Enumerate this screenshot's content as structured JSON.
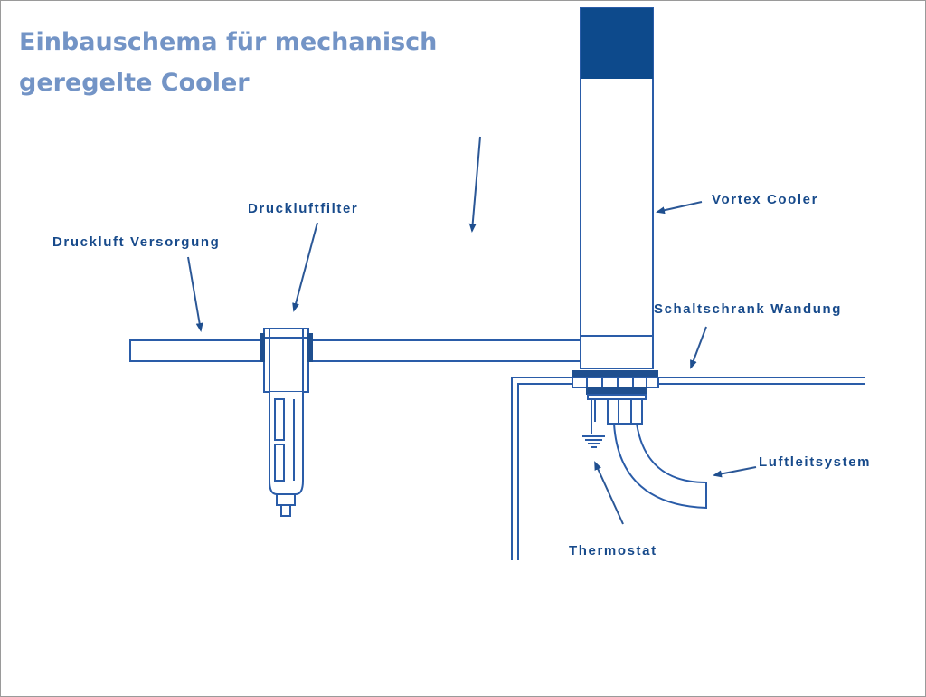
{
  "title": {
    "line1": "Einbauschema für mechanisch",
    "line2": "geregelte Cooler"
  },
  "labels": {
    "supply": "Druckluft Versorgung",
    "filter": "Druckluftfilter",
    "cooler": "Vortex Cooler",
    "wall": "Schaltschrank Wandung",
    "duct": "Luftleitsystem",
    "thermostat": "Thermostat"
  },
  "colors": {
    "title": "#7394c6",
    "label": "#174a8b",
    "line": "#2a5ca8",
    "cap": "#0d4a8c"
  }
}
